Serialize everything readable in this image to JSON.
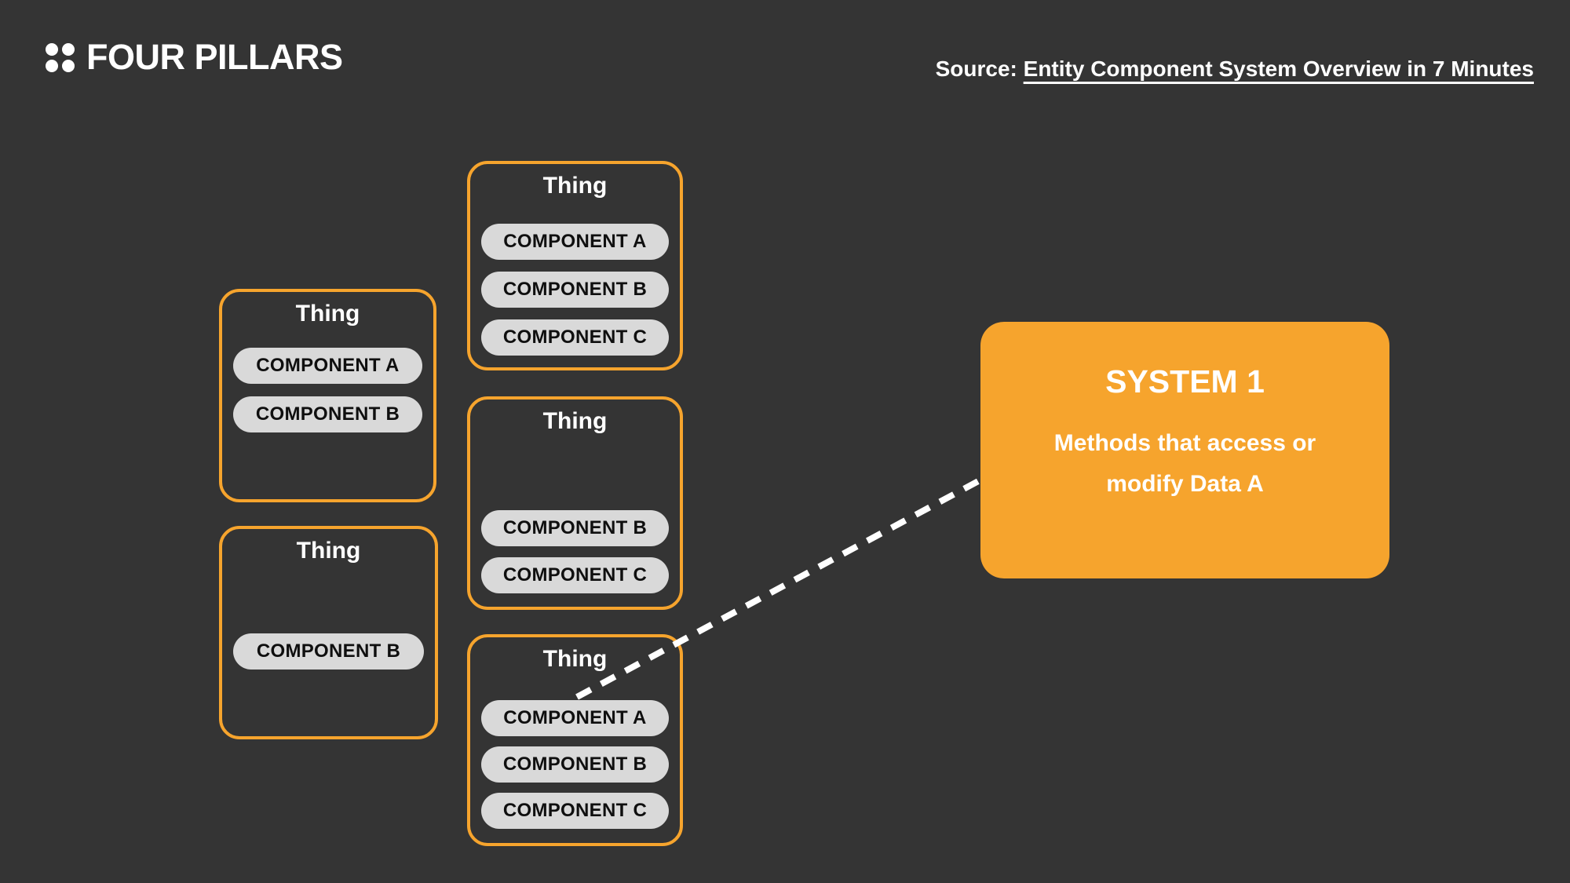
{
  "meta": {
    "colors": {
      "bg": "#343434",
      "accent": "#F6A42D",
      "pill": "#D9D9D9",
      "pill-ink": "#0F0F0F",
      "text": "#FFFFFF",
      "connector": "#FFFFFF"
    }
  },
  "header": {
    "logo_text": "FOUR PILLARS",
    "logo_icon": "four-dots",
    "source_label": "Source:",
    "source_link_text": "Entity Component System Overview in 7 Minutes"
  },
  "entities": [
    {
      "title": "Thing",
      "components": [
        "COMPONENT A",
        "COMPONENT B",
        "COMPONENT C"
      ]
    },
    {
      "title": "Thing",
      "components": [
        "COMPONENT A",
        "COMPONENT B"
      ]
    },
    {
      "title": "Thing",
      "components": [
        "COMPONENT B"
      ]
    },
    {
      "title": "Thing",
      "components": [
        "COMPONENT B",
        "COMPONENT C"
      ]
    },
    {
      "title": "Thing",
      "components": [
        "COMPONENT A",
        "COMPONENT B",
        "COMPONENT C"
      ]
    }
  ],
  "system": {
    "title": "SYSTEM 1",
    "description": "Methods that access or modify Data A"
  },
  "connection": {
    "from": "bottom Thing — COMPONENT A",
    "to": "SYSTEM 1",
    "style": "dashed"
  }
}
